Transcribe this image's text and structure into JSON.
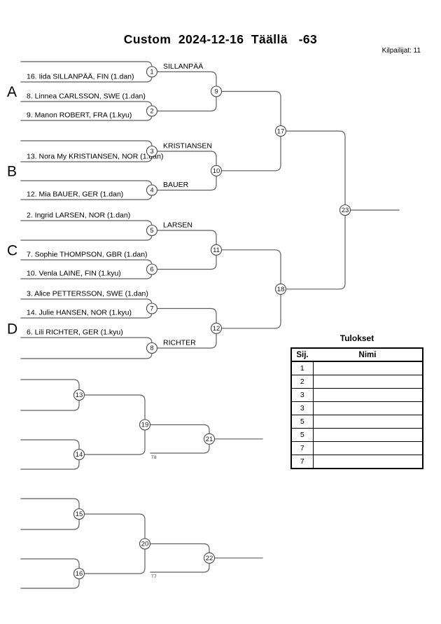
{
  "title": "Custom  2024-12-16  Täällä   -63",
  "kilpailijat": "Kilpailijat: 11",
  "groups": {
    "a": "A",
    "b": "B",
    "c": "C",
    "d": "D"
  },
  "positions": [
    "",
    "16. Iida SILLANPÄÄ, FIN (1.dan)",
    "8. Linnea CARLSSON, SWE (1.dan)",
    "9. Manon ROBERT, FRA (1.kyu)",
    "",
    "13. Nora My KRISTIANSEN, NOR (1.dan)",
    "",
    "12. Mia BAUER, GER (1.dan)",
    "2. Ingrid LARSEN, NOR (1.dan)",
    "",
    "7. Sophie THOMPSON, GBR (1.dan)",
    "10. Venla LAINE, FIN (1.kyu)",
    "3. Alice PETTERSSON, SWE (1.dan)",
    "14. Julie HANSEN, NOR (1.kyu)",
    "6. Lili RICHTER, GER (1.kyu)",
    ""
  ],
  "winners": {
    "m1": "SILLANPÄÄ",
    "m3": "KRISTIANSEN",
    "m4": "BAUER",
    "m5": "LARSEN",
    "m8": "RICHTER"
  },
  "match_numbers": [
    "1",
    "2",
    "3",
    "4",
    "5",
    "6",
    "7",
    "8",
    "9",
    "10",
    "11",
    "12",
    "13",
    "14",
    "15",
    "16",
    "17",
    "18",
    "19",
    "20",
    "21",
    "22",
    "23"
  ],
  "feeds": {
    "t8": "T8",
    "t7": "T7"
  },
  "results": {
    "title": "Tulokset",
    "col_place": "Sij.",
    "col_name": "Nimi",
    "rows": [
      {
        "place": "1",
        "name": ""
      },
      {
        "place": "2",
        "name": ""
      },
      {
        "place": "3",
        "name": ""
      },
      {
        "place": "3",
        "name": ""
      },
      {
        "place": "5",
        "name": ""
      },
      {
        "place": "5",
        "name": ""
      },
      {
        "place": "7",
        "name": ""
      },
      {
        "place": "7",
        "name": ""
      }
    ]
  },
  "colors": {
    "line": "#5f5f5f",
    "text": "#000000",
    "background": "#ffffff"
  }
}
